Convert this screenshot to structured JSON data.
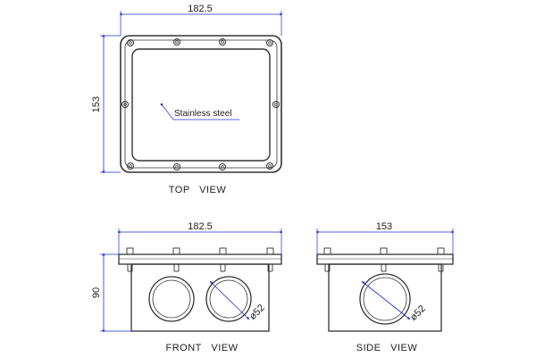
{
  "colors": {
    "outline": "#333333",
    "dimension": "#1f2fd0",
    "text": "#222222",
    "background": "#ffffff"
  },
  "top_view": {
    "label": "TOP   VIEW",
    "width_dim": "182.5",
    "height_dim": "153",
    "note": "Stainless steel"
  },
  "front_view": {
    "label": "FRONT   VIEW",
    "width_dim": "182.5",
    "height_dim": "90",
    "hole_dim": "ø52"
  },
  "side_view": {
    "label": "SIDE   VIEW",
    "width_dim": "153",
    "hole_dim": "ø52"
  }
}
